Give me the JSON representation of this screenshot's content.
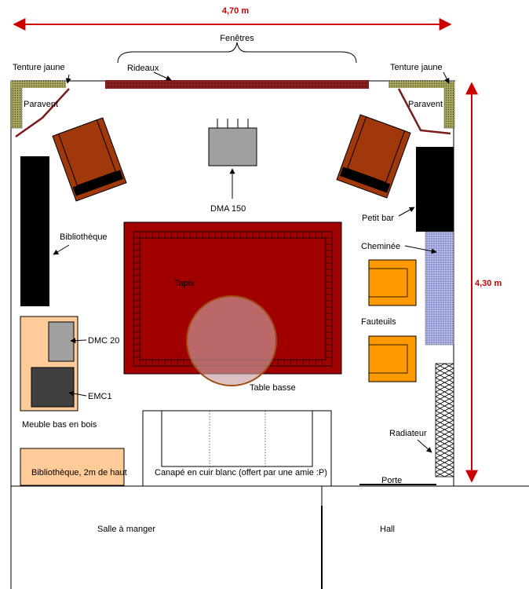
{
  "dimensions": {
    "width": "4,70 m",
    "height": "4,30 m"
  },
  "labels": {
    "fenetres": "Fenêtres",
    "rideaux": "Rideaux",
    "tenture_left": "Tenture jaune",
    "tenture_right": "Tenture jaune",
    "paravent_left": "Paravent",
    "paravent_right": "Paravent",
    "dma": "DMA 150",
    "petit_bar": "Petit bar",
    "bibliotheque": "Bibliothèque",
    "cheminee": "Cheminée",
    "tapis": "Tapis",
    "fauteuils": "Fauteuils",
    "dmc": "DMC 20",
    "emc": "EMC1",
    "table_basse": "Table basse",
    "meuble_bas": "Meuble bas en bois",
    "radiateur": "Radiateur",
    "bibliotheque_haut": "Bibliothèque, 2m de haut",
    "canape": "Canapé en cuir blanc (offert par une amie :P)",
    "porte": "Porte",
    "salle_a_manger": "Salle à manger",
    "hall": "Hall"
  },
  "colors": {
    "dimension": "#cc0000",
    "curtain": "#7b1c1c",
    "tenture": "#8c8c3c",
    "armchair": "#a0380c",
    "rug": "#a00000",
    "orange_chair": "#ff9900",
    "meuble": "#ffcc99",
    "fireplace": "#99a0d8"
  }
}
